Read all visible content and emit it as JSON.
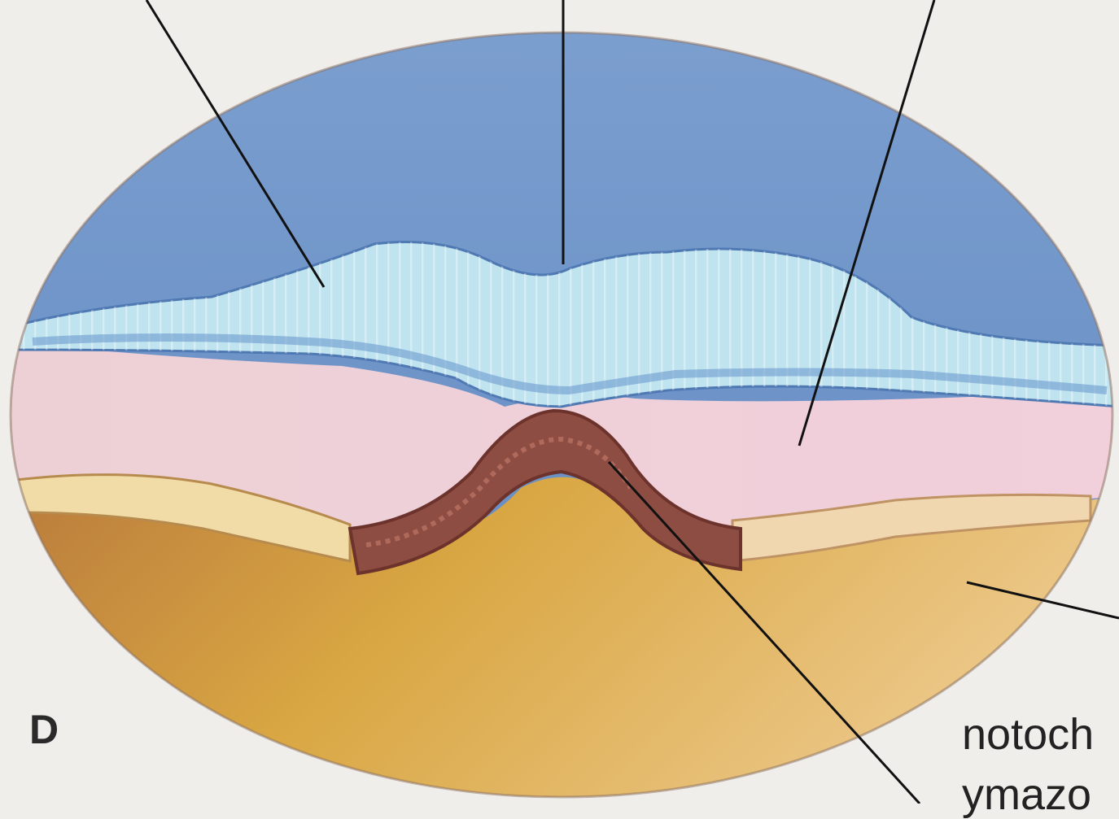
{
  "panel": {
    "letter": "D"
  },
  "labels": {
    "partial_1": "notoch",
    "partial_2": "ymazo"
  },
  "colors": {
    "ectoderm_blue": "#6f95c9",
    "neural_plate_light": "#bfe3ef",
    "mesoderm_pink": "#ecc8d0",
    "notochord_brown": "#8e4d42",
    "yolk_gold": "#d9a743",
    "endoderm_cells": "#f1dca7",
    "background": "#f0eeeb"
  }
}
